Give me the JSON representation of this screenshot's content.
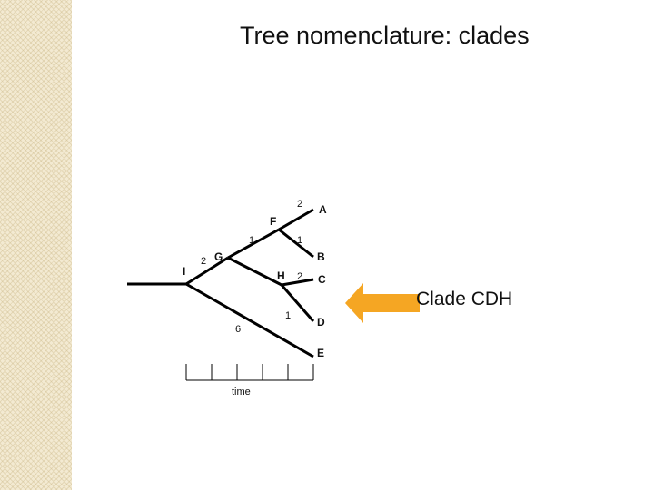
{
  "slide": {
    "title": "Tree nomenclature: clades",
    "annotation": "Clade CDH"
  },
  "tree": {
    "nodes": {
      "A": "A",
      "B": "B",
      "C": "C",
      "D": "D",
      "E": "E",
      "F": "F",
      "G": "G",
      "H": "H",
      "I": "I"
    },
    "branch_lengths": {
      "F-A": "2",
      "F-B": "1",
      "G-F": "1",
      "I-G": "2",
      "H-C": "2",
      "H-D": "1",
      "I-E": "6"
    },
    "time_axis_label": "time",
    "time_ticks": 6
  },
  "colors": {
    "branch": "#000000",
    "arrow": "#f5a623",
    "side_band": "#f3ead2"
  }
}
